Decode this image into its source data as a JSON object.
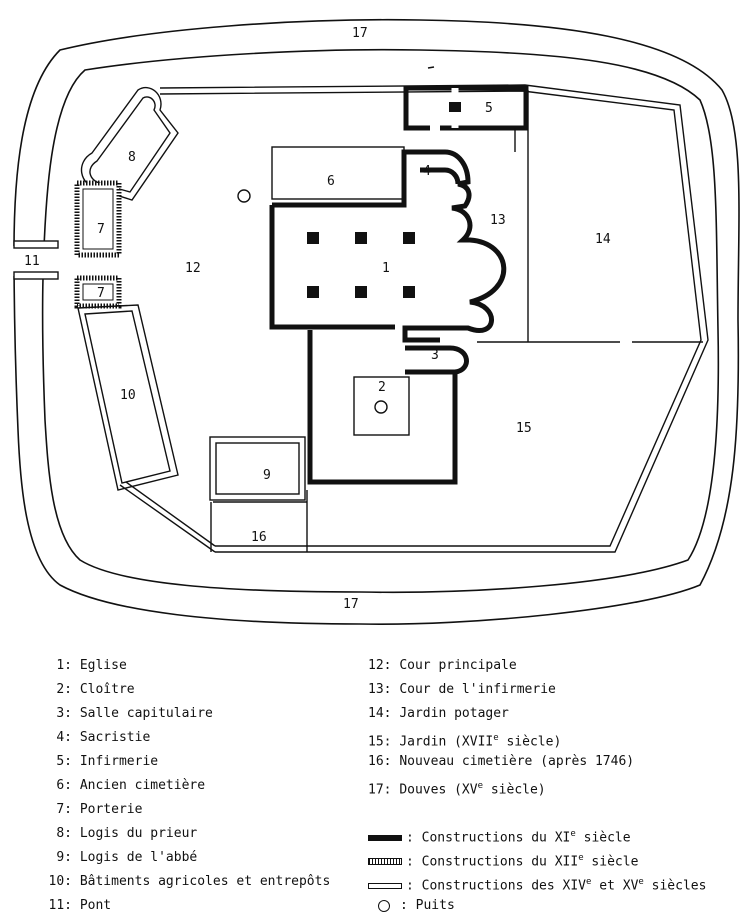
{
  "plan_numbers": {
    "n1": "1",
    "n2": "2",
    "n3": "3",
    "n4": "4",
    "n5": "5",
    "n6": "6",
    "n7": "7",
    "n8": "8",
    "n9": "9",
    "n10": "10",
    "n11": "11",
    "n12": "12",
    "n13": "13",
    "n14": "14",
    "n15": "15",
    "n16": "16",
    "n17": "17"
  },
  "legend_left": [
    {
      "num": "1:",
      "label": "Eglise"
    },
    {
      "num": "2:",
      "label": "Cloître"
    },
    {
      "num": "3:",
      "label": "Salle capitulaire"
    },
    {
      "num": "4:",
      "label": "Sacristie"
    },
    {
      "num": "5:",
      "label": "Infirmerie"
    },
    {
      "num": "6:",
      "label": "Ancien cimetière"
    },
    {
      "num": "7:",
      "label": "Porterie"
    },
    {
      "num": "8:",
      "label": "Logis du prieur"
    },
    {
      "num": "9:",
      "label": "Logis de l'abbé"
    },
    {
      "num": "10:",
      "label": "Bâtiments agricoles et entrepôts"
    },
    {
      "num": "11:",
      "label": "Pont"
    }
  ],
  "legend_right": [
    {
      "num": "12:",
      "label": "Cour principale"
    },
    {
      "num": "13:",
      "label": "Cour de l'infirmerie"
    },
    {
      "num": "14:",
      "label": "Jardin potager"
    },
    {
      "num": "15:",
      "label": "Jardin (XVII",
      "sup": "e",
      "after": " siècle)"
    },
    {
      "num": "16:",
      "label": "Nouveau cimetière (après 1746)"
    },
    {
      "num": "17:",
      "label": "Douves (XV",
      "sup": "e",
      "after": " siècle)"
    }
  ],
  "key": {
    "xi": {
      "prefix": ": Constructions du XI",
      "sup": "e",
      "after": " siècle"
    },
    "xii": {
      "prefix": ": Constructions du XII",
      "sup": "e",
      "after": " siècle"
    },
    "xiv": {
      "prefix": ": Constructions des XIV",
      "sup1": "e",
      "mid": " et XV",
      "sup2": "e",
      "after": " siècles"
    },
    "well": {
      "label": ": Puits"
    }
  }
}
